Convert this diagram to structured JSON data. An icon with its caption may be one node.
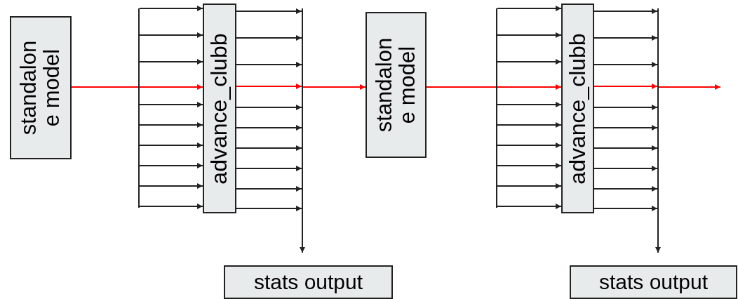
{
  "diagram": {
    "nodes": [
      {
        "text": [
          "standalone model"
        ]
      },
      {
        "text": [],
        "shape": "bar"
      },
      {
        "text": [
          "advance_clubb"
        ]
      },
      {
        "text": [],
        "shape": "bar"
      },
      {
        "text": [
          "stats output"
        ]
      },
      {
        "text": [
          "standalone model"
        ]
      },
      {
        "text": [],
        "shape": "bar"
      },
      {
        "text": [
          "advance_clubb"
        ]
      },
      {
        "text": [],
        "shape": "bar"
      },
      {
        "text": [
          "stats output"
        ]
      }
    ],
    "edges": [
      {
        "from": 0,
        "to": 2,
        "arrow": "to",
        "color": "#ff0000"
      },
      {
        "from": 1,
        "to": 2,
        "arrow": "to"
      },
      {
        "from": 1,
        "to": 2,
        "arrow": "to"
      },
      {
        "from": 1,
        "to": 2,
        "arrow": "to"
      },
      {
        "from": 1,
        "to": 2,
        "arrow": "to"
      },
      {
        "from": 1,
        "to": 2,
        "arrow": "to"
      },
      {
        "from": 1,
        "to": 2,
        "arrow": "to"
      },
      {
        "from": 1,
        "to": 2,
        "arrow": "to"
      },
      {
        "from": 1,
        "to": 2,
        "arrow": "to"
      },
      {
        "from": 1,
        "to": 2,
        "arrow": "to"
      },
      {
        "from": 2,
        "to": 3,
        "arrow": "to"
      },
      {
        "from": 2,
        "to": 3,
        "arrow": "to"
      },
      {
        "from": 2,
        "to": 3,
        "arrow": "to"
      },
      {
        "from": 2,
        "to": 3,
        "arrow": "to",
        "color": "#ff0000"
      },
      {
        "from": 2,
        "to": 3,
        "arrow": "to"
      },
      {
        "from": 2,
        "to": 3,
        "arrow": "to"
      },
      {
        "from": 2,
        "to": 3,
        "arrow": "to"
      },
      {
        "from": 2,
        "to": 3,
        "arrow": "to"
      },
      {
        "from": 2,
        "to": 3,
        "arrow": "to"
      },
      {
        "from": 2,
        "to": 3,
        "arrow": "to"
      },
      {
        "from": 3,
        "to": 4,
        "arrow": "to"
      },
      {
        "from": 3,
        "to": 5,
        "arrow": "to",
        "color": "#ff0000"
      },
      {
        "from": 5,
        "to": 7,
        "arrow": "to",
        "color": "#ff0000"
      },
      {
        "from": 6,
        "to": 7,
        "arrow": "to"
      },
      {
        "from": 6,
        "to": 7,
        "arrow": "to"
      },
      {
        "from": 6,
        "to": 7,
        "arrow": "to"
      },
      {
        "from": 6,
        "to": 7,
        "arrow": "to"
      },
      {
        "from": 6,
        "to": 7,
        "arrow": "to"
      },
      {
        "from": 6,
        "to": 7,
        "arrow": "to"
      },
      {
        "from": 6,
        "to": 7,
        "arrow": "to"
      },
      {
        "from": 6,
        "to": 7,
        "arrow": "to"
      },
      {
        "from": 6,
        "to": 7,
        "arrow": "to"
      },
      {
        "from": 7,
        "to": 8,
        "arrow": "to"
      },
      {
        "from": 7,
        "to": 8,
        "arrow": "to"
      },
      {
        "from": 7,
        "to": 8,
        "arrow": "to"
      },
      {
        "from": 7,
        "to": 8,
        "arrow": "to",
        "color": "#ff0000"
      },
      {
        "from": 7,
        "to": 8,
        "arrow": "to"
      },
      {
        "from": 7,
        "to": 8,
        "arrow": "to"
      },
      {
        "from": 7,
        "to": 8,
        "arrow": "to"
      },
      {
        "from": 7,
        "to": 8,
        "arrow": "to"
      },
      {
        "from": 7,
        "to": 8,
        "arrow": "to"
      },
      {
        "from": 7,
        "to": 8,
        "arrow": "to"
      },
      {
        "from": 8,
        "to": 9,
        "arrow": "to"
      },
      {
        "from": 8,
        "to": null,
        "arrow": "to",
        "color": "#ff0000"
      }
    ]
  }
}
